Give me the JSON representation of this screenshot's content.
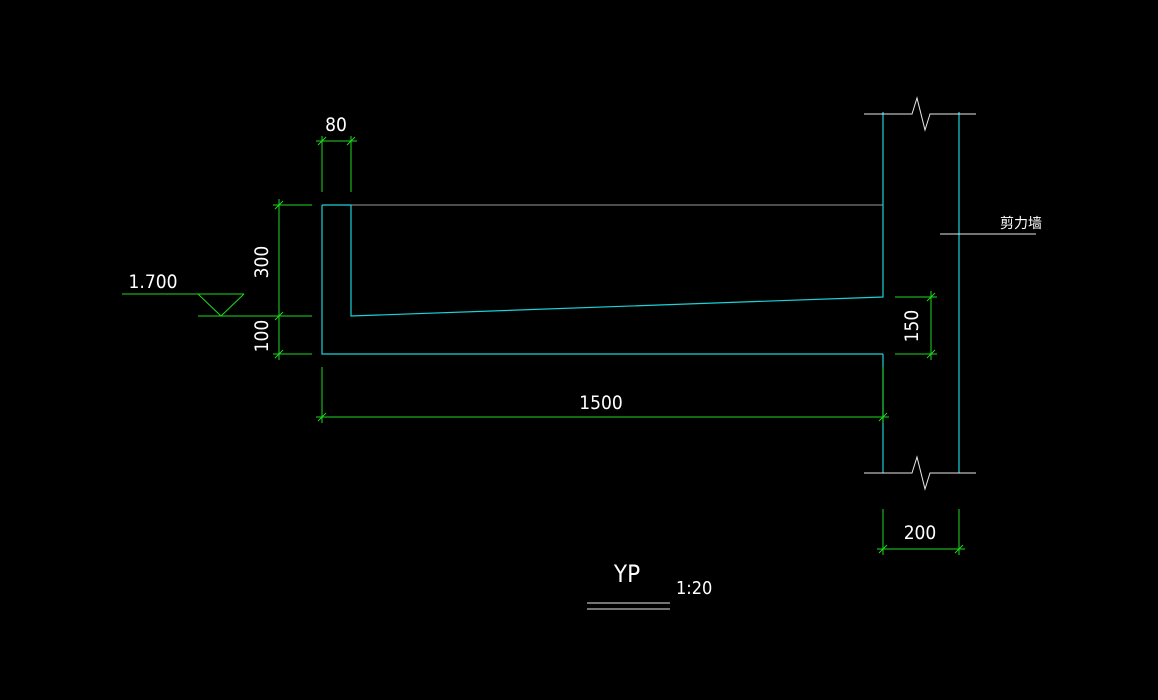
{
  "drawing": {
    "dimensions": {
      "top_width": "80",
      "height_upper": "300",
      "height_lower": "100",
      "right_height": "150",
      "length": "1500",
      "wall_width": "200"
    },
    "level_mark": "1.700",
    "wall_label": "剪力墙",
    "title": "YP",
    "scale": "1:20"
  },
  "colors": {
    "background": "#000000",
    "outline": "#19d3d8",
    "dimension": "#1fd81f",
    "text": "#ffffff"
  }
}
